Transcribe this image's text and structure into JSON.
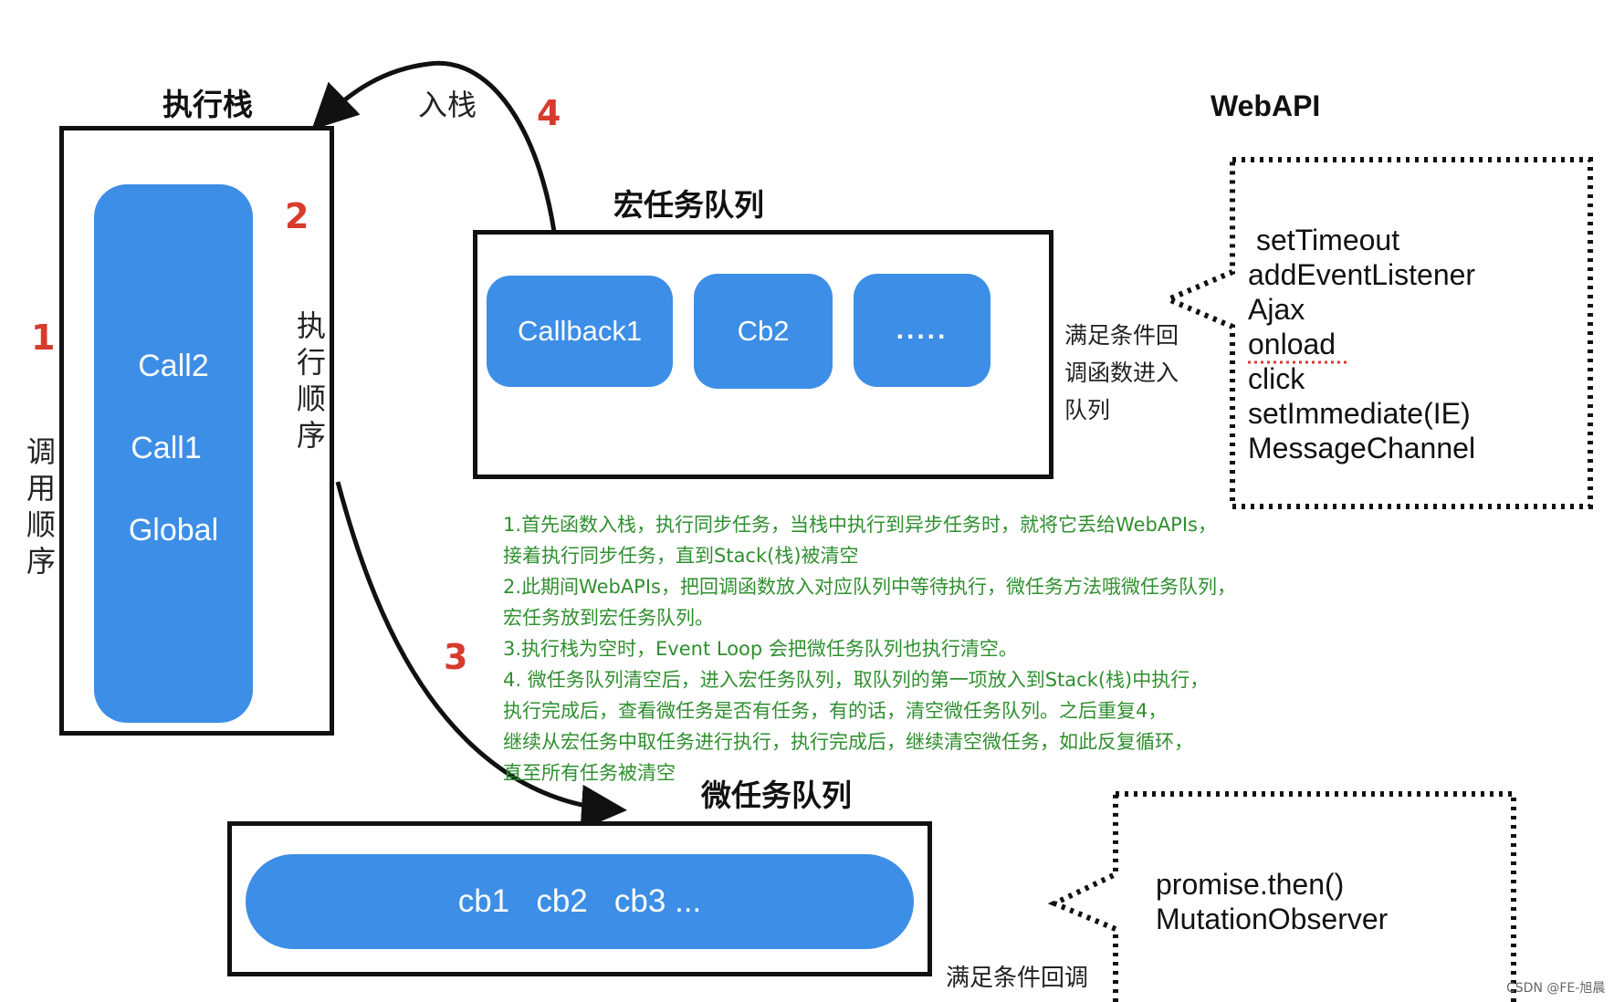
{
  "exec_stack": {
    "title": "执行栈",
    "frames": [
      "Call2",
      "Call1",
      "Global"
    ],
    "call_order_label": "调用顺序",
    "exec_order_label": "执行顺序"
  },
  "macro_queue": {
    "title": "宏任务队列",
    "items": [
      "Callback1",
      "Cb2",
      "....."
    ]
  },
  "micro_queue": {
    "title": "微任务队列",
    "items_text": "cb1   cb2   cb3 ..."
  },
  "webapi": {
    "title": "WebAPI",
    "items": [
      "setTimeout",
      "addEventListener",
      "Ajax",
      "onload",
      "click",
      "setImmediate(IE)",
      "MessageChannel"
    ]
  },
  "micro_sources": {
    "items": [
      "promise.then()",
      "MutationObserver"
    ]
  },
  "labels": {
    "push_stack": "入栈",
    "macro_enqueue": [
      "满足条件回",
      "调函数进入",
      "队列"
    ],
    "micro_enqueue": "满足条件回调"
  },
  "steps": {
    "s1": "1",
    "s2": "2",
    "s3": "3",
    "s4": "4"
  },
  "notes": [
    "1.首先函数入栈，执行同步任务，当栈中执行到异步任务时，就将它丢给WebAPIs，",
    "接着执行同步任务，直到Stack(栈)被清空",
    "2.此期间WebAPIs，把回调函数放入对应队列中等待执行，微任务方法哦微任务队列，",
    "宏任务放到宏任务队列。",
    "3.执行栈为空时，Event Loop 会把微任务队列也执行清空。",
    "4. 微任务队列清空后，进入宏任务队列，取队列的第一项放入到Stack(栈)中执行，",
    "执行完成后，查看微任务是否有任务，有的话，清空微任务队列。之后重复4，",
    "继续从宏任务中取任务进行执行，执行完成后，继续清空微任务，如此反复循环，",
    "直至所有任务被清空"
  ],
  "watermark": "CSDN @FE-旭晨",
  "colors": {
    "pill": "#3d8ee6",
    "step_number": "#d63b2c",
    "note_text": "#2f8f2f"
  }
}
